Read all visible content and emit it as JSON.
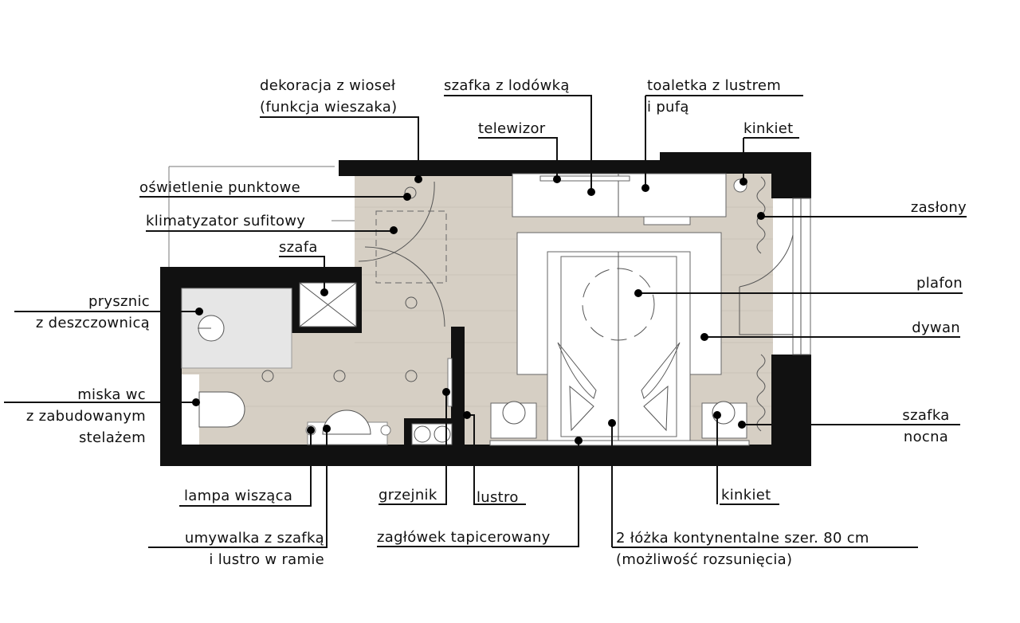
{
  "title": "Plan pokoju z łazienką",
  "labels": {
    "dekoracja": [
      "dekoracja z wioseł",
      "(funkcja wieszaka)"
    ],
    "szafka_lodowka": "szafka z lodówką",
    "toaletka": [
      "toaletka z lustrem",
      "i pufą"
    ],
    "telewizor": "telewizor",
    "kinkiet_top": "kinkiet",
    "oswietlenie": "oświetlenie punktowe",
    "klimatyzator": "klimatyzator sufitowy",
    "szafa": "szafa",
    "prysznic": [
      "prysznic",
      "z deszczownicą"
    ],
    "miska_wc": [
      "miska wc",
      "z zabudowanym",
      "stelażem"
    ],
    "zaslony": "zasłony",
    "plafon": "plafon",
    "dywan": "dywan",
    "szafka_nocna": [
      "szafka",
      "nocna"
    ],
    "lampa": "lampa wisząca",
    "umywalka": [
      "umywalka z szafką",
      "i lustro w ramie"
    ],
    "grzejnik": "grzejnik",
    "lustro": "lustro",
    "zaglowek": "zagłówek tapicerowany",
    "lozka": [
      "2 łóżka kontynentalne szer. 80 cm",
      "(możliwość rozsunięcia)"
    ],
    "kinkiet_bottom": "kinkiet"
  },
  "colors": {
    "wall": "#111111",
    "floor": "#d6cfc4",
    "marble": "#e6e6e6"
  }
}
